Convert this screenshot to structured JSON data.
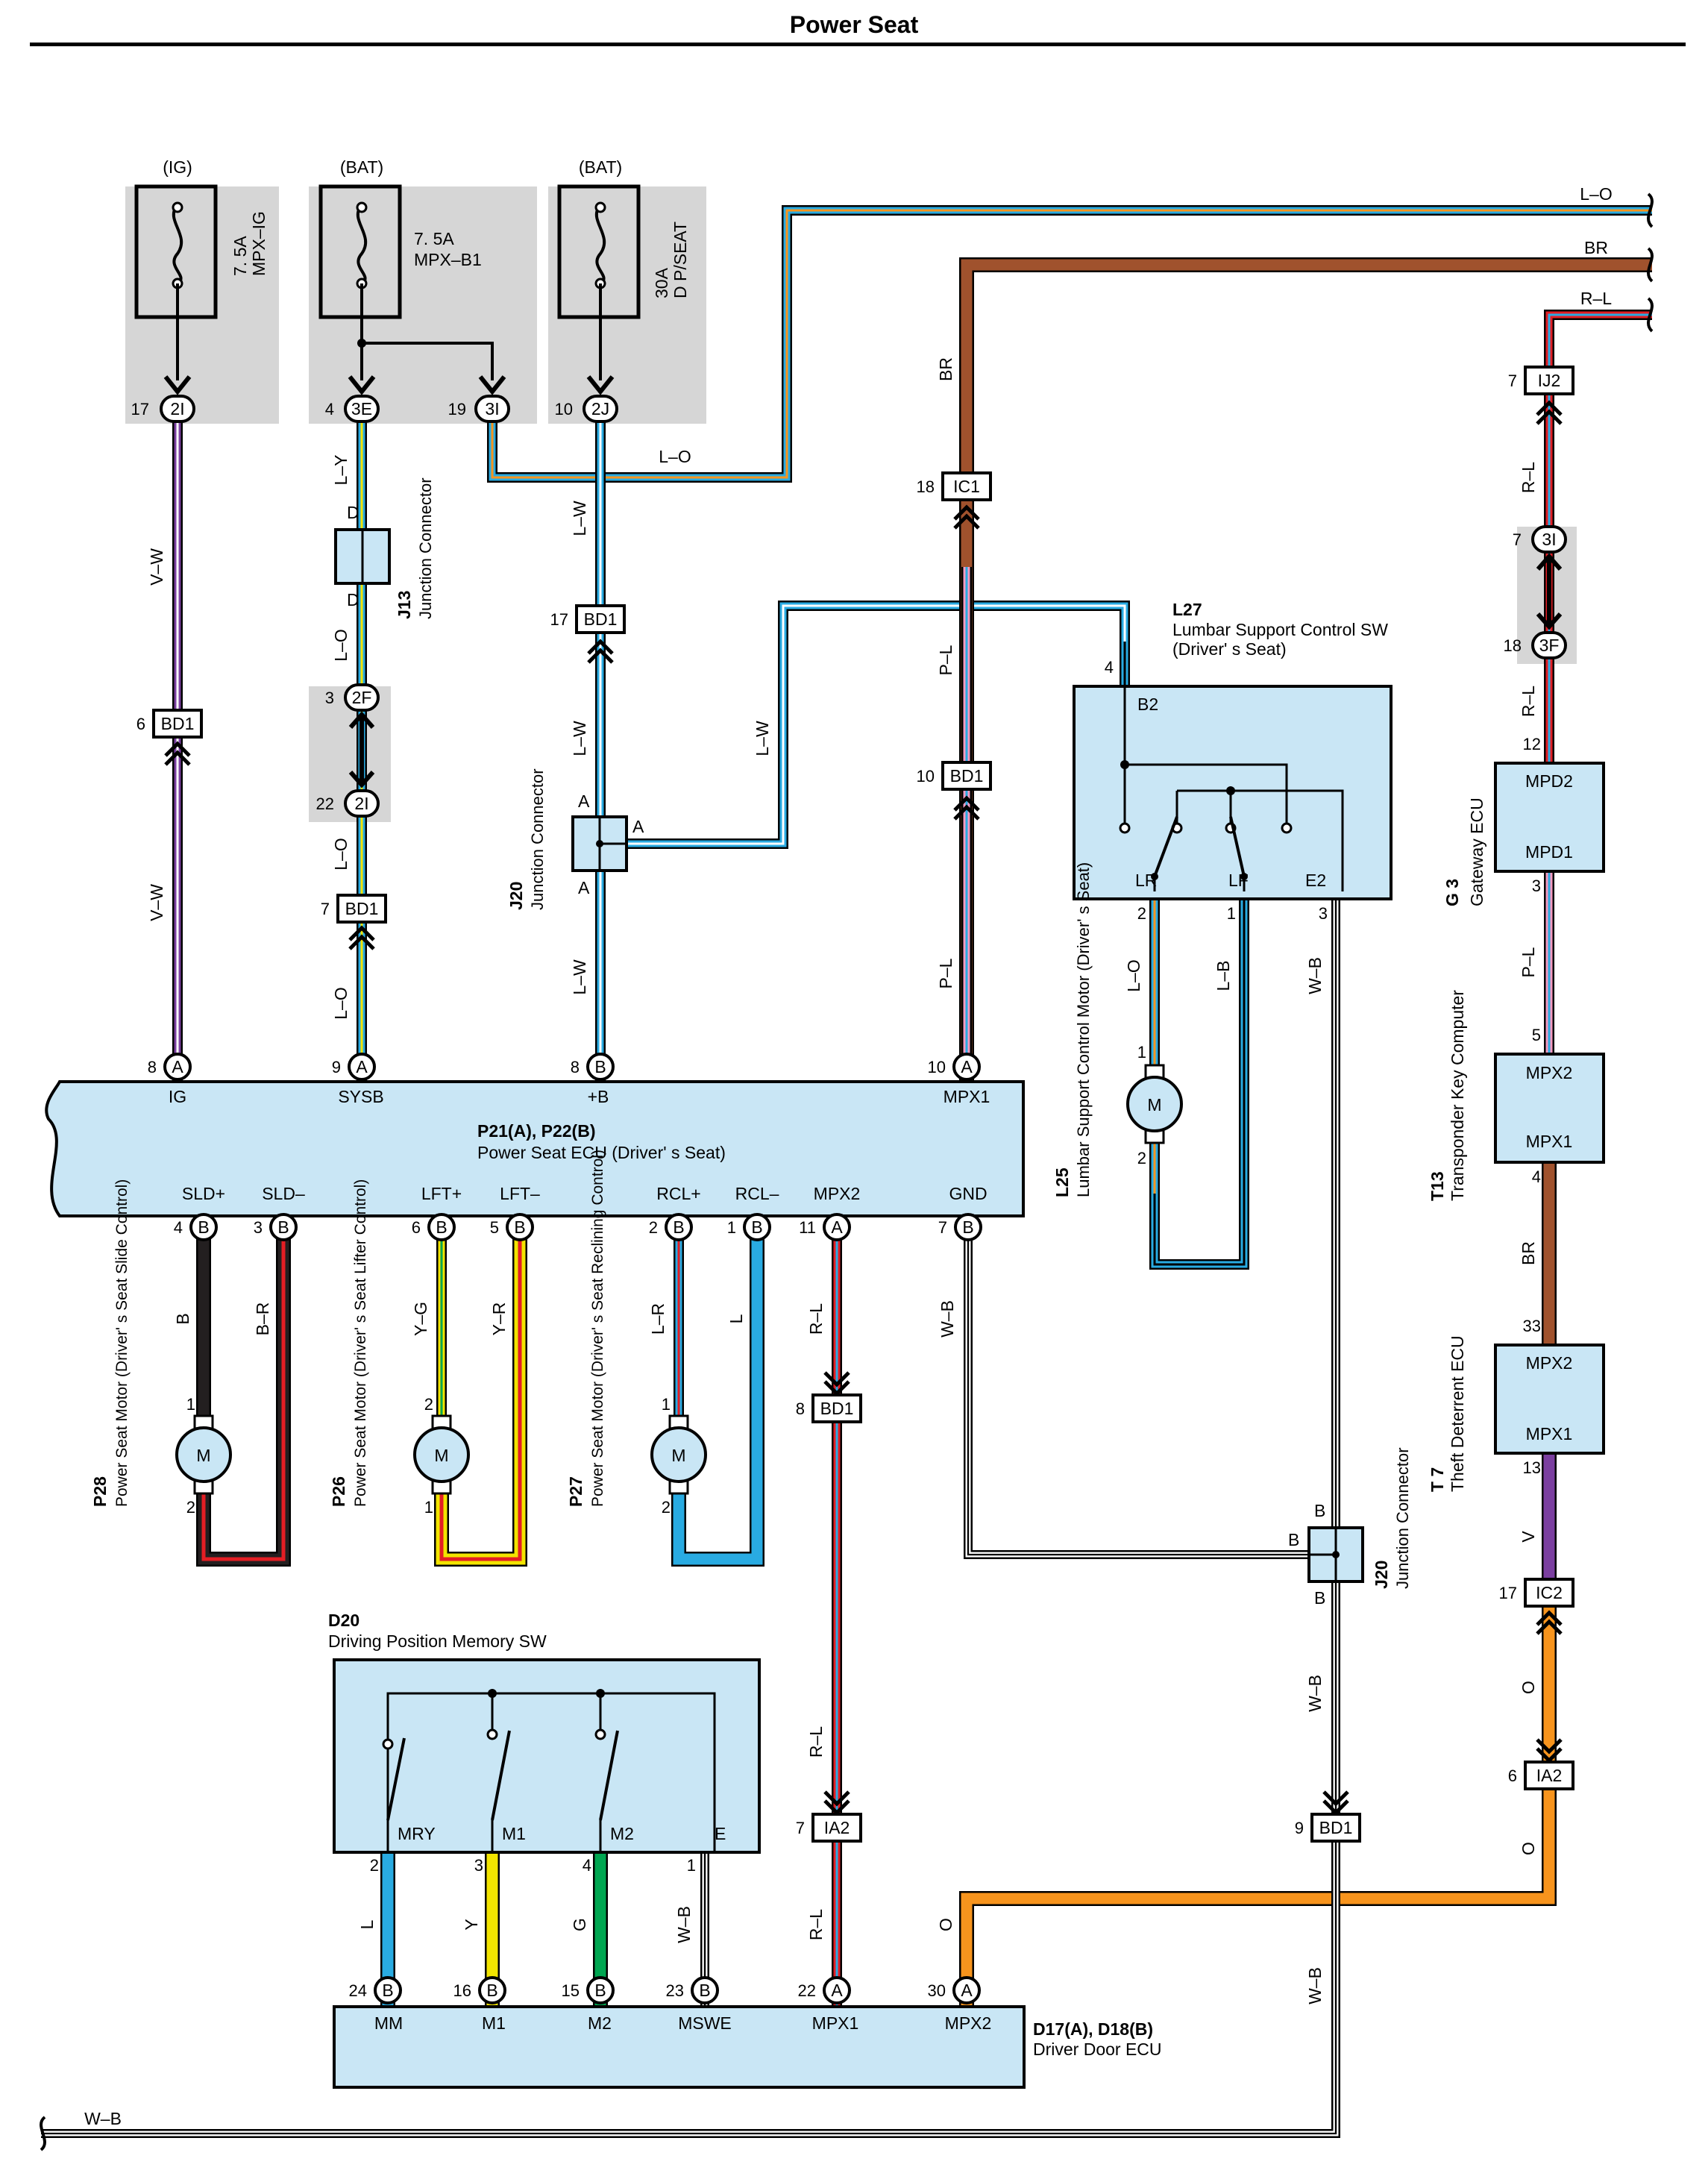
{
  "title": "Power Seat",
  "fuses": [
    {
      "source": "(IG)",
      "rating": "7. 5A",
      "name": "MPX–IG"
    },
    {
      "source": "(BAT)",
      "rating": "7. 5A",
      "name": "MPX–B1"
    },
    {
      "source": "(BAT)",
      "rating": "30A",
      "name": "D P/SEAT"
    }
  ],
  "wire_colors": {
    "V-W": [
      "#7b3fa0",
      "#ffffff"
    ],
    "L-Y": [
      "#29abe2",
      "#f2e400"
    ],
    "L-O": [
      "#29abe2",
      "#f7941d"
    ],
    "L-W": [
      "#29abe2",
      "#ffffff"
    ],
    "BR": [
      "#a0522d"
    ],
    "P-L": [
      "#f49ac1",
      "#29abe2"
    ],
    "R-L": [
      "#e31e24",
      "#29abe2"
    ],
    "L-B": [
      "#29abe2",
      "#000000"
    ],
    "W-B": [
      "#ffffff",
      "#000000"
    ],
    "B": [
      "#231f20"
    ],
    "B-R": [
      "#231f20",
      "#e31e24"
    ],
    "Y-G": [
      "#f2e400",
      "#00a651"
    ],
    "Y-R": [
      "#f2e400",
      "#e31e24"
    ],
    "L-R": [
      "#29abe2",
      "#e31e24"
    ],
    "L": [
      "#29abe2"
    ],
    "Y": [
      "#f2e400"
    ],
    "G": [
      "#00a651"
    ],
    "V": [
      "#7b3fa0"
    ],
    "O": [
      "#f7941d"
    ]
  },
  "wire_labels": {
    "lo": "L–O",
    "br": "BR",
    "rl": "R–L",
    "vw": "V–W",
    "ly": "L–Y",
    "lw": "L–W",
    "pl": "P–L",
    "lb": "L–B",
    "wb": "W–B",
    "b": "B",
    "bR": "B–R",
    "yg": "Y–G",
    "yr": "Y–R",
    "lr": "L–R",
    "l": "L",
    "y": "Y",
    "g": "G",
    "v": "V",
    "o": "O"
  },
  "connector_ids": {
    "2I": "2I",
    "3E": "3E",
    "3I": "3I",
    "2J": "2J",
    "2F": "2F",
    "3F": "3F",
    "BD1": "BD1",
    "IC1": "IC1",
    "IJ2": "IJ2",
    "IC2": "IC2",
    "IA2": "IA2",
    "A": "A",
    "B": "B",
    "D": "D"
  },
  "pins": {
    "p17": "17",
    "p4": "4",
    "p19": "19",
    "p10": "10",
    "p7": "7",
    "p18": "18",
    "p6": "6",
    "p3": "3",
    "p22": "22",
    "p12": "12",
    "p5": "5",
    "p2": "2",
    "p1": "1",
    "p9": "9",
    "p8": "8",
    "p11": "11",
    "p33": "33",
    "p13": "13",
    "p24": "24",
    "p16": "16",
    "p15": "15",
    "p23": "23",
    "p30": "30"
  },
  "components": {
    "j13": {
      "code": "J13",
      "name": "Junction Connector"
    },
    "j20": {
      "code": "J20",
      "name": "Junction Connector"
    },
    "l27": {
      "code": "L27",
      "name": "Lumbar Support Control SW",
      "sub": "(Driver' s Seat)",
      "terms": [
        "B2",
        "LR",
        "LF",
        "E2"
      ]
    },
    "l25": {
      "code": "L25",
      "name": "Lumbar Support Control Motor (Driver' s Seat)"
    },
    "g3": {
      "code": "G 3",
      "name": "Gateway ECU",
      "terms": [
        "MPD2",
        "MPD1"
      ]
    },
    "t13": {
      "code": "T13",
      "name": "Transponder Key Computer",
      "terms": [
        "MPX2",
        "MPX1"
      ]
    },
    "t7": {
      "code": "T 7",
      "name": "Theft Deterrent ECU",
      "terms": [
        "MPX2",
        "MPX1"
      ]
    },
    "p21": {
      "code": "P21(A), P22(B)",
      "name": "Power Seat ECU (Driver' s Seat)",
      "top_terms": [
        "IG",
        "SYSB",
        "+B",
        "MPX1"
      ],
      "bottom_terms": [
        "SLD+",
        "SLD–",
        "LFT+",
        "LFT–",
        "RCL+",
        "RCL–",
        "MPX2",
        "GND"
      ]
    },
    "p28": {
      "code": "P28",
      "name": "Power Seat Motor (Driver' s Seat Slide Control)"
    },
    "p26": {
      "code": "P26",
      "name": "Power Seat Motor (Driver' s Seat Lifter Control)"
    },
    "p27": {
      "code": "P27",
      "name": "Power Seat Motor (Driver' s Seat Reclining Control)"
    },
    "d20": {
      "code": "D20",
      "name": "Driving Position Memory SW",
      "terms": [
        "MRY",
        "M1",
        "M2",
        "E"
      ]
    },
    "d17": {
      "code": "D17(A), D18(B)",
      "name": "Driver Door ECU",
      "terms": [
        "MM",
        "M1",
        "M2",
        "MSWE",
        "MPX1",
        "MPX2"
      ]
    },
    "motor": "M"
  }
}
